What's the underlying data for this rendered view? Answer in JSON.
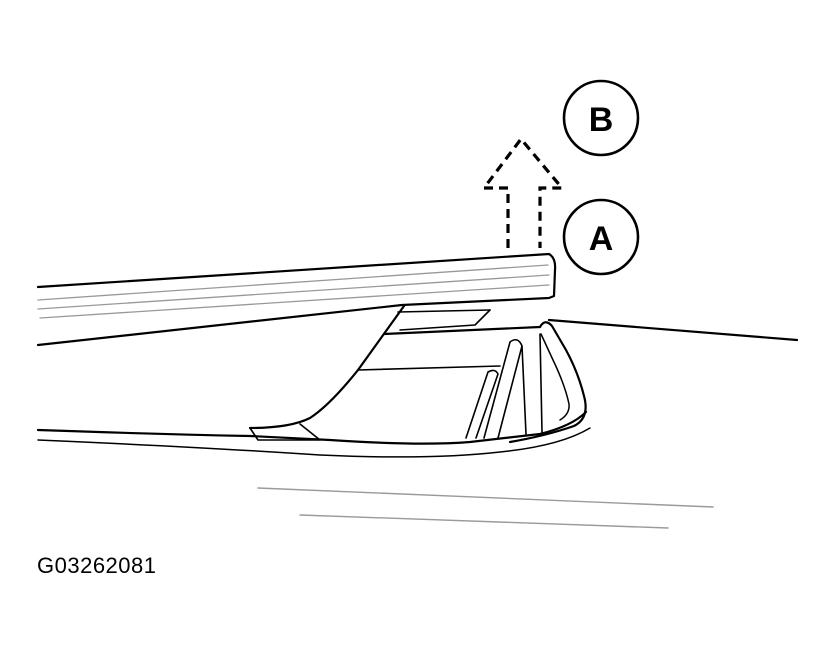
{
  "callouts": {
    "a": {
      "label": "A"
    },
    "b": {
      "label": "B"
    }
  },
  "figure_id": "G03262081",
  "colors": {
    "line": "#000000",
    "light_line": "#9a9a9a",
    "background": "#ffffff"
  },
  "icons": {
    "arrow": "dashed-up-arrow-icon"
  }
}
